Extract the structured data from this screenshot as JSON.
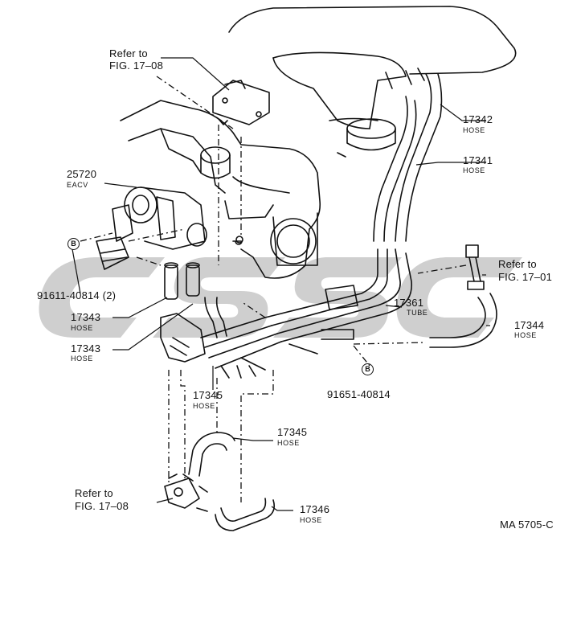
{
  "diagram": {
    "refs": [
      {
        "line1": "Refer to",
        "line2": "FIG. 17–08"
      },
      {
        "line1": "Refer to",
        "line2": "FIG. 17–01"
      },
      {
        "line1": "Refer to",
        "line2": "FIG. 17–08"
      }
    ],
    "parts": {
      "p17342": {
        "number": "17342",
        "name": "HOSE"
      },
      "p17341": {
        "number": "17341",
        "name": "HOSE"
      },
      "p25720": {
        "number": "25720",
        "name": "EACV"
      },
      "p17343a": {
        "number": "17343",
        "name": "HOSE"
      },
      "p17343b": {
        "number": "17343",
        "name": "HOSE"
      },
      "p17361": {
        "number": "17361",
        "name": "TUBE"
      },
      "p17344": {
        "number": "17344",
        "name": "HOSE"
      },
      "p17345a": {
        "number": "17345",
        "name": "HOSE"
      },
      "p17345b": {
        "number": "17345",
        "name": "HOSE"
      },
      "p17346": {
        "number": "17346",
        "name": "HOSE"
      }
    },
    "bolts": {
      "b1": {
        "mark": "B",
        "number": "91611-40814 (2)"
      },
      "b2": {
        "mark": "B",
        "number": "91651-40814"
      }
    },
    "watermark_text": "CSSC",
    "code": "MA 5705-C"
  }
}
